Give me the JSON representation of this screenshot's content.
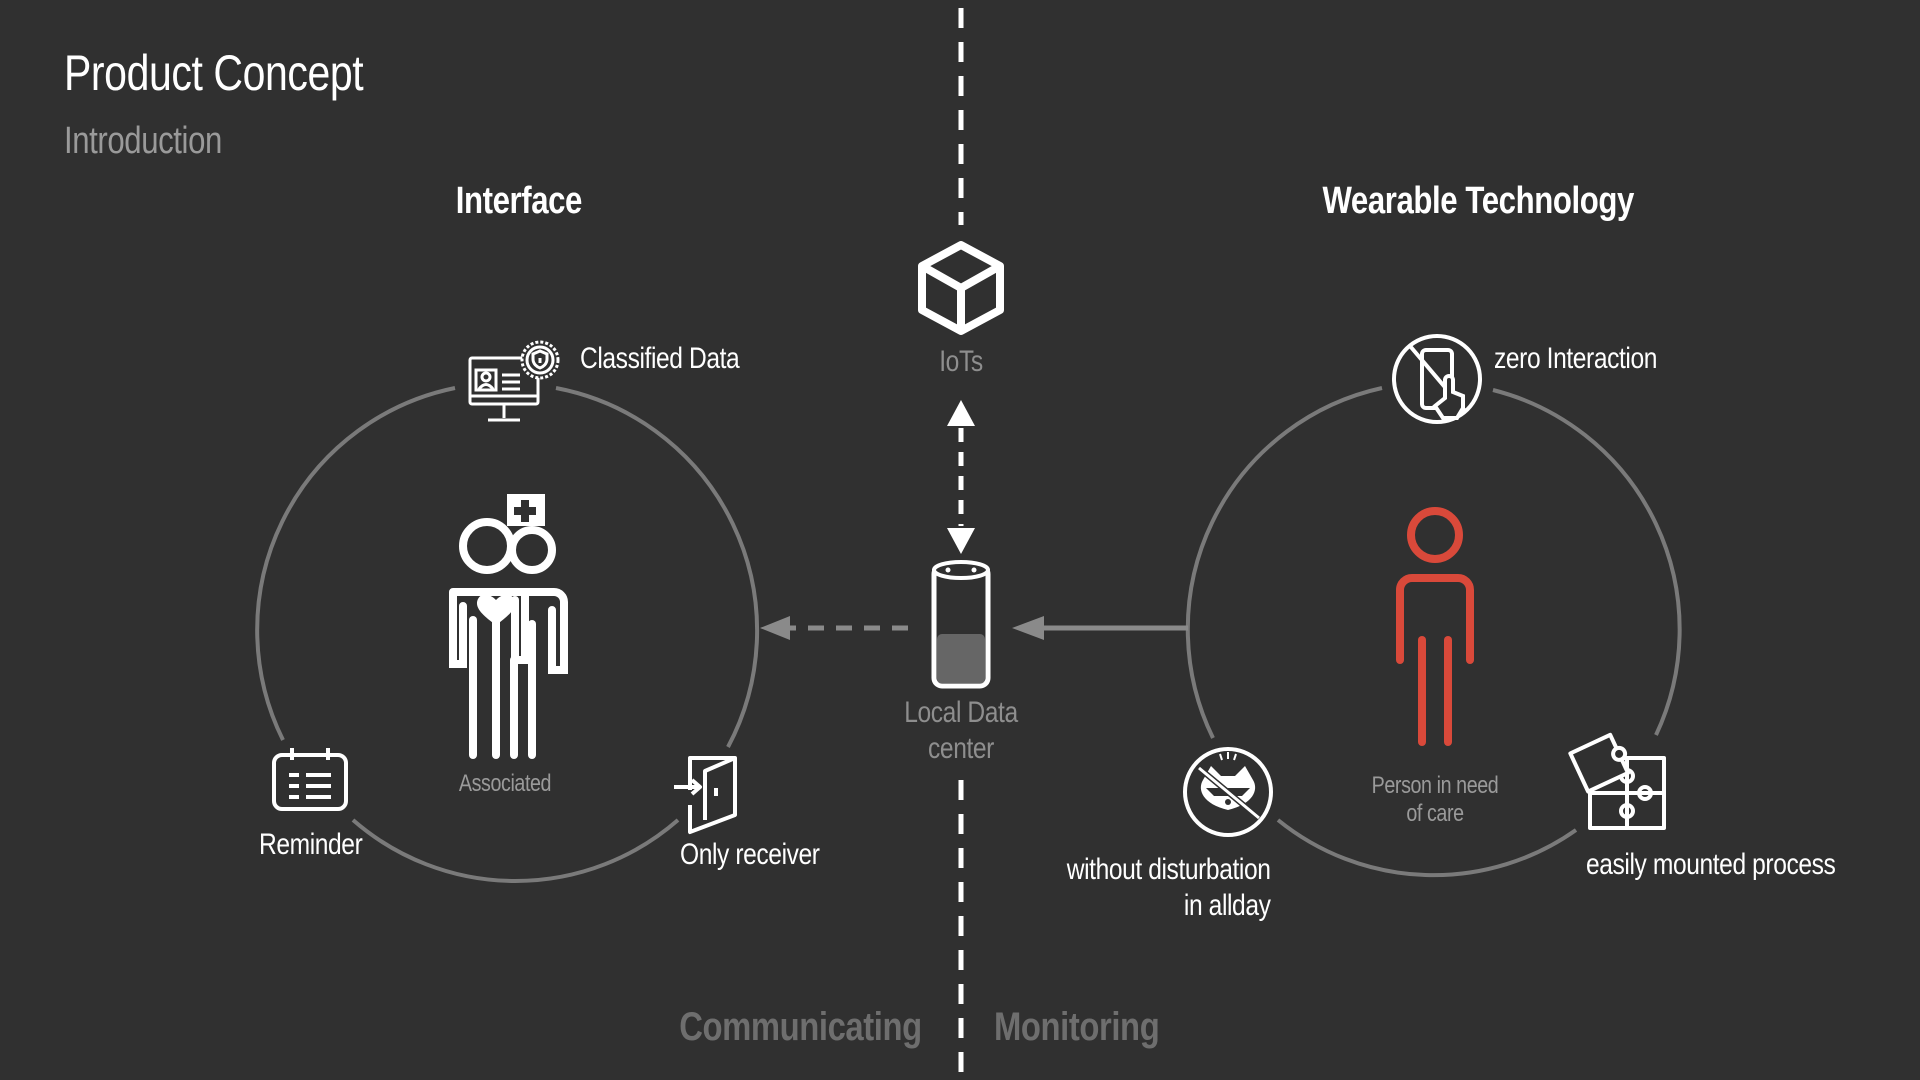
{
  "slide": {
    "title": "Product Concept",
    "subtitle": "Introduction"
  },
  "left": {
    "heading": "Interface",
    "center_label": "Associated",
    "items": {
      "classified": "Classified Data",
      "reminder": "Reminder",
      "receiver": "Only receiver"
    }
  },
  "middle": {
    "iot_label": "IoTs",
    "local_line1": "Local Data",
    "local_line2": "center"
  },
  "right": {
    "heading": "Wearable Technology",
    "center_line1": "Person in need",
    "center_line2": "of care",
    "items": {
      "zero": "zero Interaction",
      "disturb_line1": "without disturbation",
      "disturb_line2": "in allday",
      "mounted": "easily mounted process"
    }
  },
  "footer": {
    "left": "Communicating",
    "right": "Monitoring"
  },
  "colors": {
    "background": "#303030",
    "accent": "#d9493a",
    "ring": "#7a7a7a",
    "text": "#ffffff",
    "muted": "#8e8e8e"
  },
  "icons": {
    "iot": "cube-icon",
    "local": "smart-speaker-icon",
    "classified": "secure-monitor-icon",
    "reminder": "calendar-icon",
    "receiver": "door-enter-icon",
    "associated": "caregiver-patient-icon",
    "person": "person-icon",
    "zero": "no-touch-phone-icon",
    "disturb": "no-raccoon-icon",
    "mounted": "puzzle-icon"
  }
}
